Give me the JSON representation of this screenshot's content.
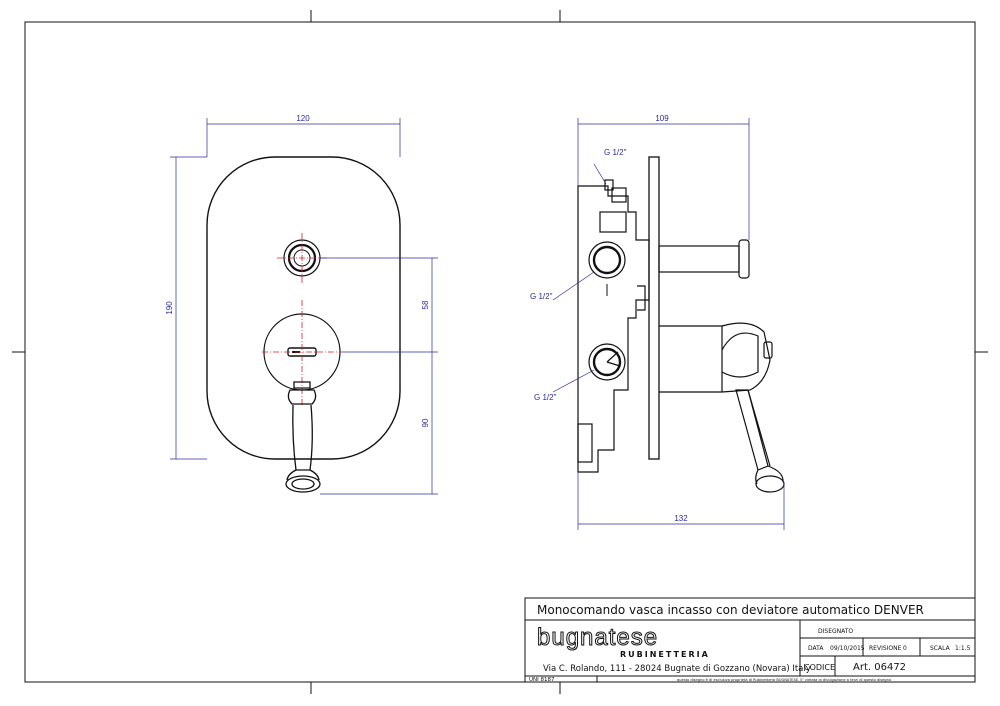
{
  "title_block": {
    "product_title": "Monocomando vasca incasso con deviatore automatico DENVER",
    "brand": "bugnatese",
    "brand_sub": "RUBINETTERIA",
    "address": "Via C. Rolando, 111 - 28024 Bugnate di Gozzano (Novara) Italy",
    "standard": "UNI 8187",
    "disclaimer": "questo disegno è di esclusiva proprietà di Rubinetteria BUGNATESE. E' vietata la divulgazione a terzi di questo disegno",
    "disegnato_label": "DISEGNATO",
    "data_label": "DATA",
    "data_value": "09/10/2015",
    "revisione_label": "REVISIONE",
    "revisione_value": "0",
    "scala_label": "SCALA",
    "scala_value": "1:1.5",
    "codice_label": "CODICE",
    "codice_value": "Art. 06472"
  },
  "front_view": {
    "dim_width": "120",
    "dim_height": "190",
    "dim_upper": "58",
    "dim_lower": "90"
  },
  "side_view": {
    "dim_depth_top": "109",
    "dim_depth_bottom": "132",
    "thread_top": "G 1/2\"",
    "thread_mid": "G 1/2\"",
    "thread_low": "G 1/2\""
  },
  "colors": {
    "line": "#111111",
    "dimension": "#2b2b9a",
    "centerline": "#d0202a"
  }
}
